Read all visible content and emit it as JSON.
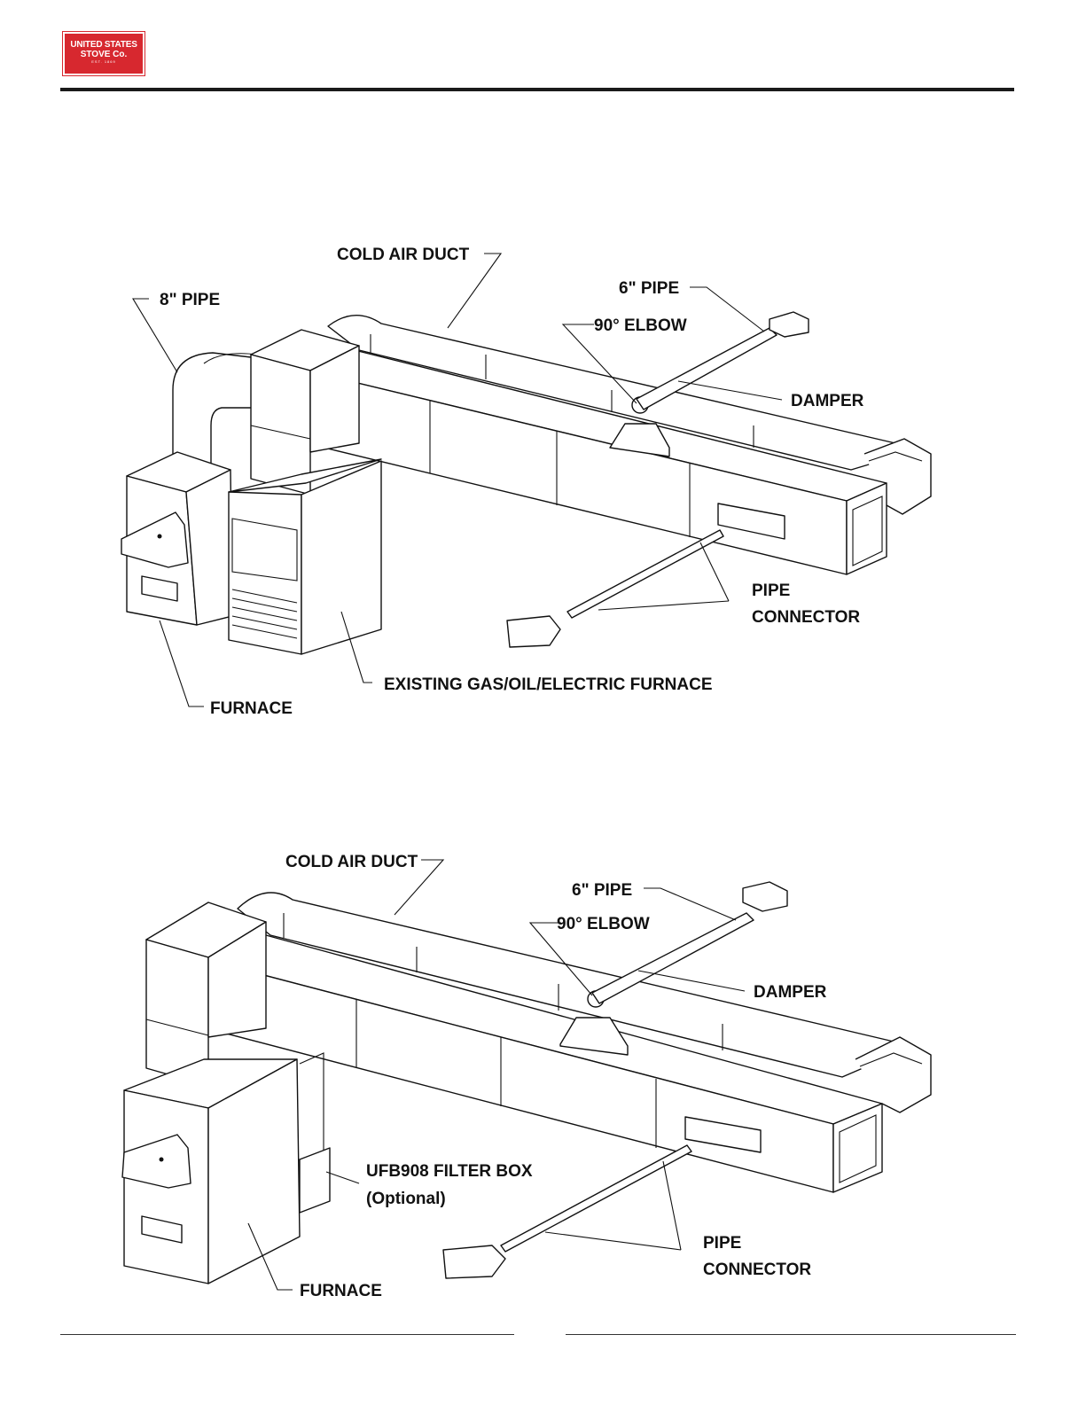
{
  "header": {
    "logo_line1": "UNITED STATES",
    "logo_line2": "STOVE Co.",
    "logo_line3": "EST. 1869",
    "brand_color": "#d7282f"
  },
  "diagram1": {
    "labels": {
      "cold_air_duct": "COLD AIR DUCT",
      "eight_pipe": "8\" PIPE",
      "six_pipe": "6\" PIPE",
      "elbow": "90° ELBOW",
      "damper": "DAMPER",
      "pipe": "PIPE",
      "connector": "CONNECTOR",
      "existing_furnace": "EXISTING GAS/OIL/ELECTRIC FURNACE",
      "furnace": "FURNACE"
    }
  },
  "diagram2": {
    "labels": {
      "cold_air_duct": "COLD AIR DUCT",
      "six_pipe": "6\" PIPE",
      "elbow": "90° ELBOW",
      "damper": "DAMPER",
      "filter_box": "UFB908 FILTER BOX",
      "optional": "(Optional)",
      "pipe": "PIPE",
      "connector": "CONNECTOR",
      "furnace": "FURNACE"
    }
  }
}
